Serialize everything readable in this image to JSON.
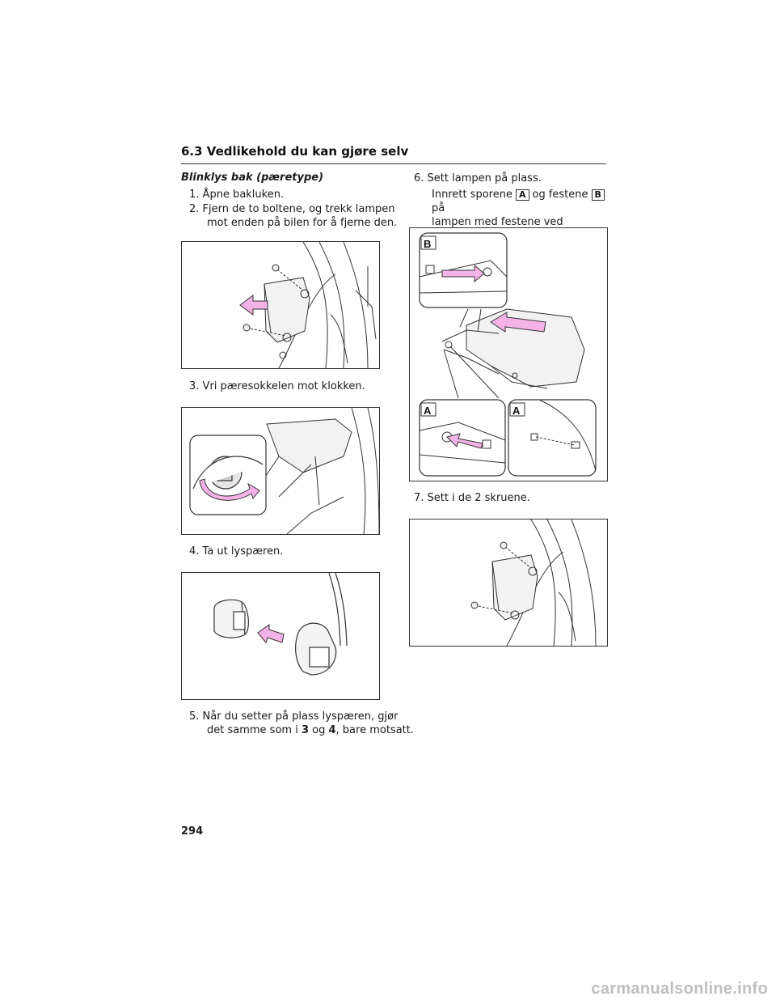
{
  "header": {
    "section_title": "6.3 Vedlikehold du kan gjøre selv"
  },
  "left": {
    "subheading": "Blinklys bak (pæretype)",
    "steps": [
      {
        "num": "1.",
        "text": "Åpne bakluken."
      },
      {
        "num": "2.",
        "text": "Fjern de to boltene, og trekk lampen",
        "text2": "mot enden på bilen for å fjerne den."
      },
      {
        "num": "3.",
        "text": "Vri pæresokkelen mot klokken."
      },
      {
        "num": "4.",
        "text": "Ta ut lyspæren."
      },
      {
        "num": "5.",
        "text": "Når du setter på plass lyspæren, gjør",
        "text2_a": "det samme som i ",
        "ref1": "3",
        "text2_b": " og ",
        "ref2": "4",
        "text2_c": ", bare motsatt."
      }
    ]
  },
  "right": {
    "steps": [
      {
        "num": "6.",
        "text": "Sett lampen på plass.",
        "sub_a": "Innrett sporene",
        "letter_a": "A",
        "sub_b": "og festene",
        "letter_b": "B",
        "sub_c": "på",
        "sub_line2": "lampen med festene ved montering."
      },
      {
        "num": "7.",
        "text": "Sett i de 2 skruene."
      }
    ],
    "figure_labels": {
      "b": "B",
      "a1": "A",
      "a2": "A"
    }
  },
  "footer": {
    "page_number": "294",
    "watermark": "carmanualsonline.info"
  },
  "colors": {
    "arrow_fill": "#f4b3e6",
    "arrow_stroke": "#333333"
  }
}
